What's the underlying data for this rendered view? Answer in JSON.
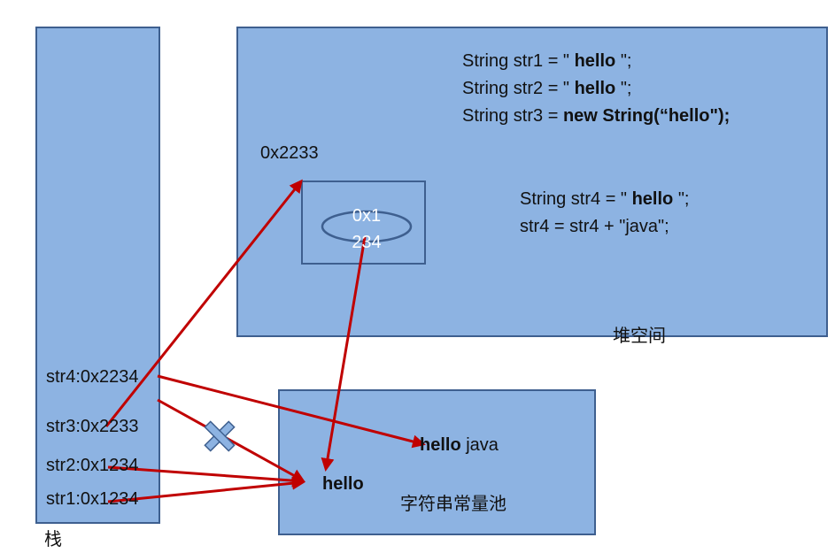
{
  "stack": {
    "label": "栈",
    "entries": [
      "str4:0x2234",
      "str3:0x2233",
      "str2:0x1234",
      "str1:0x1234"
    ]
  },
  "heap": {
    "label": "堆空间",
    "object_address": "0x2233",
    "oval_text_line1": "0x1",
    "oval_text_line2": "234",
    "code_block_1": [
      {
        "before": "String str1 = \" ",
        "bold": "hello",
        "after": " \";"
      },
      {
        "before": "String str2 = \" ",
        "bold": "hello",
        "after": " \";"
      },
      {
        "before": "String str3 = ",
        "bold": "new String(“hello\");",
        "after": ""
      }
    ],
    "code_block_2": [
      {
        "before": "String str4 = \" ",
        "bold": "hello",
        "after": " \";"
      },
      {
        "before": "str4 = str4 + \"java\";",
        "bold": "",
        "after": ""
      }
    ]
  },
  "pool": {
    "label": "字符串常量池",
    "hello_java_bold": "hello",
    "hello_java_rest": " java",
    "hello": "hello"
  },
  "colors": {
    "box_fill": "#8db3e2",
    "box_border": "#3e5f8f",
    "arrow": "#c00000",
    "cross_mark": "#8db3e2"
  }
}
